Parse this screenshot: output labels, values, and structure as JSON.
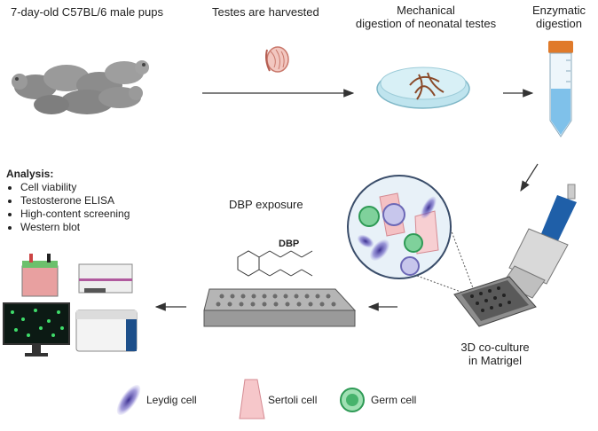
{
  "steps": {
    "pups": "7-day-old C57BL/6 male pups",
    "harvest": "Testes are harvested",
    "mechanical_line1": "Mechanical",
    "mechanical_line2": "digestion of neonatal testes",
    "enzymatic_line1": "Enzymatic",
    "enzymatic_line2": "digestion",
    "dbp_exposure": "DBP exposure",
    "dbp_label": "DBP",
    "coculture_line1": "3D co-culture",
    "coculture_line2": "in Matrigel"
  },
  "analysis": {
    "heading": "Analysis:",
    "items": [
      "Cell viability",
      "Testosterone ELISA",
      "High-content screening",
      "Western blot"
    ]
  },
  "legend": {
    "leydig": "Leydig cell",
    "sertoli": "Sertoli cell",
    "germ": "Germ  cell"
  }
}
